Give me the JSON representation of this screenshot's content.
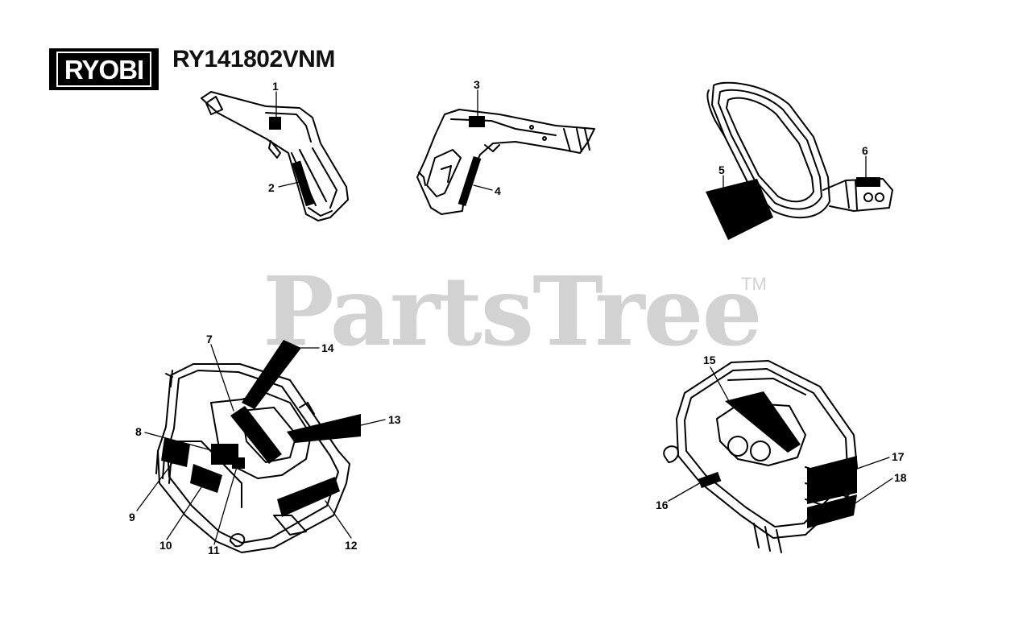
{
  "header": {
    "brand_logo_text": "RYOBI",
    "model_number": "RY141802VNM"
  },
  "watermark": {
    "text": "PartsTree",
    "trademark": "TM"
  },
  "callouts": [
    "1",
    "2",
    "3",
    "4",
    "5",
    "6",
    "7",
    "8",
    "9",
    "10",
    "11",
    "12",
    "13",
    "14",
    "15",
    "16",
    "17",
    "18"
  ],
  "colors": {
    "line": "#000000",
    "watermark": "#d2d2d2",
    "background": "#ffffff"
  }
}
